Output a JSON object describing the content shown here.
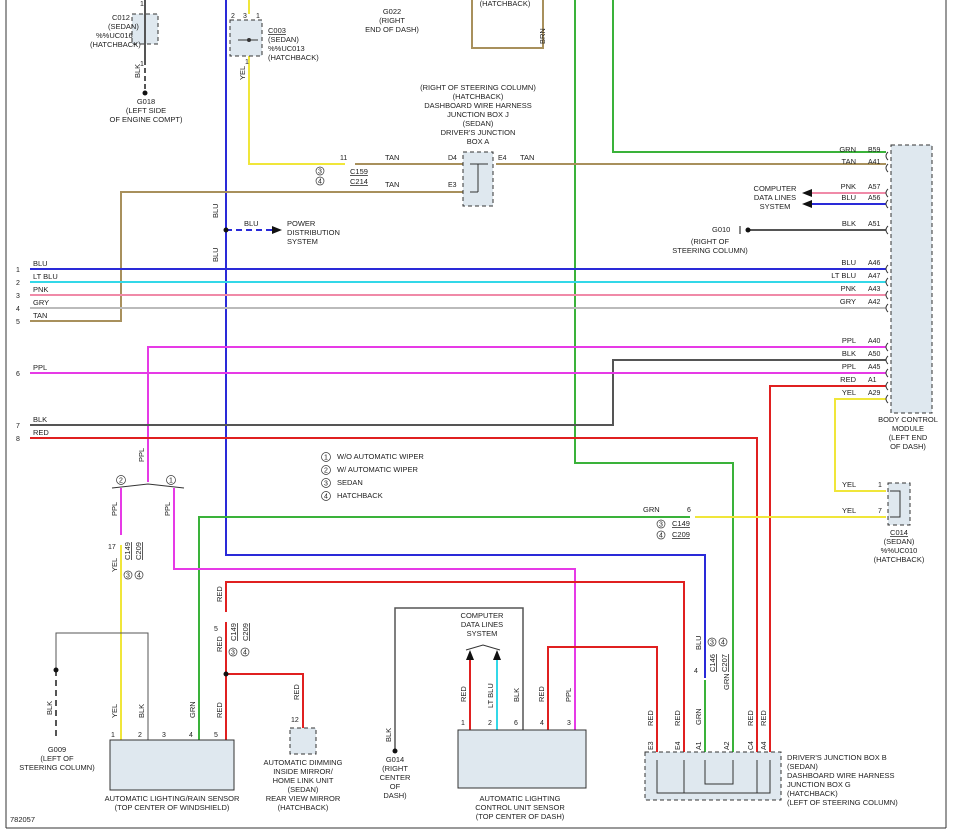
{
  "figure_id": "782057",
  "colors": {
    "blu": "#2a2ad8",
    "ltblu": "#33d8e8",
    "pnk": "#f08aa8",
    "gry": "#bbbbbb",
    "tan": "#a8905c",
    "ppl": "#e63ae6",
    "blk": "#555555",
    "red": "#e02020",
    "yel": "#f0e63a",
    "grn": "#3ab23a",
    "brn": "#a8905c"
  },
  "top": {
    "c012": [
      "C012",
      "(SEDAN)",
      "%%UC016",
      "(HATCHBACK)"
    ],
    "g018": [
      "G018",
      "(LEFT SIDE",
      "OF ENGINE COMPT)"
    ],
    "c003": [
      "C003",
      "(SEDAN)",
      "%%UC013",
      "(HATCHBACK)"
    ],
    "g022": [
      "G022",
      "(RIGHT",
      "END OF DASH)"
    ],
    "hatchback_top": "(HATCHBACK)",
    "brn": "BRN"
  },
  "jbox_a": [
    "(RIGHT OF STEERING COLUMN)",
    "(HATCHBACK)",
    "DASHBOARD WIRE HARNESS",
    "JUNCTION BOX J",
    "(SEDAN)",
    "DRIVER'S JUNCTION",
    "BOX A"
  ],
  "c159": [
    "C159",
    "C214"
  ],
  "power_dist": [
    "POWER",
    "DISTRIBUTION",
    "SYSTEM"
  ],
  "bcm": {
    "pins": [
      {
        "wire": "GRN",
        "pin": "B59"
      },
      {
        "wire": "TAN",
        "pin": "A41"
      },
      {
        "wire": "PNK",
        "pin": "A57"
      },
      {
        "wire": "BLU",
        "pin": "A56"
      },
      {
        "wire": "BLK",
        "pin": "A51"
      },
      {
        "wire": "BLU",
        "pin": "A46"
      },
      {
        "wire": "LT BLU",
        "pin": "A47"
      },
      {
        "wire": "PNK",
        "pin": "A43"
      },
      {
        "wire": "GRY",
        "pin": "A42"
      },
      {
        "wire": "PPL",
        "pin": "A40"
      },
      {
        "wire": "BLK",
        "pin": "A50"
      },
      {
        "wire": "PPL",
        "pin": "A45"
      },
      {
        "wire": "RED",
        "pin": "A1"
      },
      {
        "wire": "YEL",
        "pin": "A29"
      }
    ],
    "label": [
      "BODY CONTROL",
      "MODULE",
      "(LEFT END",
      "OF DASH)"
    ],
    "cdls": [
      "COMPUTER",
      "DATA LINES",
      "SYSTEM"
    ],
    "g010": [
      "G010",
      "(RIGHT OF",
      "STEERING COLUMN)"
    ]
  },
  "left_wires": [
    {
      "n": "1",
      "name": "BLU"
    },
    {
      "n": "2",
      "name": "LT BLU"
    },
    {
      "n": "3",
      "name": "PNK"
    },
    {
      "n": "4",
      "name": "GRY"
    },
    {
      "n": "5",
      "name": "TAN"
    },
    {
      "n": "6",
      "name": "PPL"
    },
    {
      "n": "7",
      "name": "BLK"
    },
    {
      "n": "8",
      "name": "RED"
    }
  ],
  "legend": [
    "W/O AUTOMATIC WIPER",
    "W/ AUTOMATIC WIPER",
    "SEDAN",
    "HATCHBACK"
  ],
  "c014": [
    "C014",
    "(SEDAN)",
    "%%UC010",
    "(HATCHBACK)"
  ],
  "c149_mid": [
    "C149",
    "C209"
  ],
  "rain_sensor": [
    "AUTOMATIC LIGHTING/RAIN SENSOR",
    "(TOP CENTER OF WINDSHIELD)"
  ],
  "g009": [
    "G009",
    "(LEFT OF",
    "STEERING COLUMN)"
  ],
  "mirror": [
    "AUTOMATIC DIMMING",
    "INSIDE MIRROR/",
    "HOME LINK UNIT",
    "(SEDAN)",
    "REAR VIEW MIRROR",
    "(HATCHBACK)"
  ],
  "g014": [
    "G014",
    "(RIGHT",
    "CENTER",
    "OF",
    "DASH)"
  ],
  "cdls2": [
    "COMPUTER",
    "DATA LINES",
    "SYSTEM"
  ],
  "lcu": [
    "AUTOMATIC LIGHTING",
    "CONTROL UNIT SENSOR",
    "(TOP CENTER OF DASH)"
  ],
  "c146": [
    "C146",
    "C207"
  ],
  "jbox_b": [
    "DRIVER'S JUNCTION BOX B",
    "(SEDAN)",
    "DASHBOARD WIRE HARNESS",
    "JUNCTION BOX G",
    "(HATCHBACK)",
    "(LEFT OF STEERING COLUMN)"
  ]
}
